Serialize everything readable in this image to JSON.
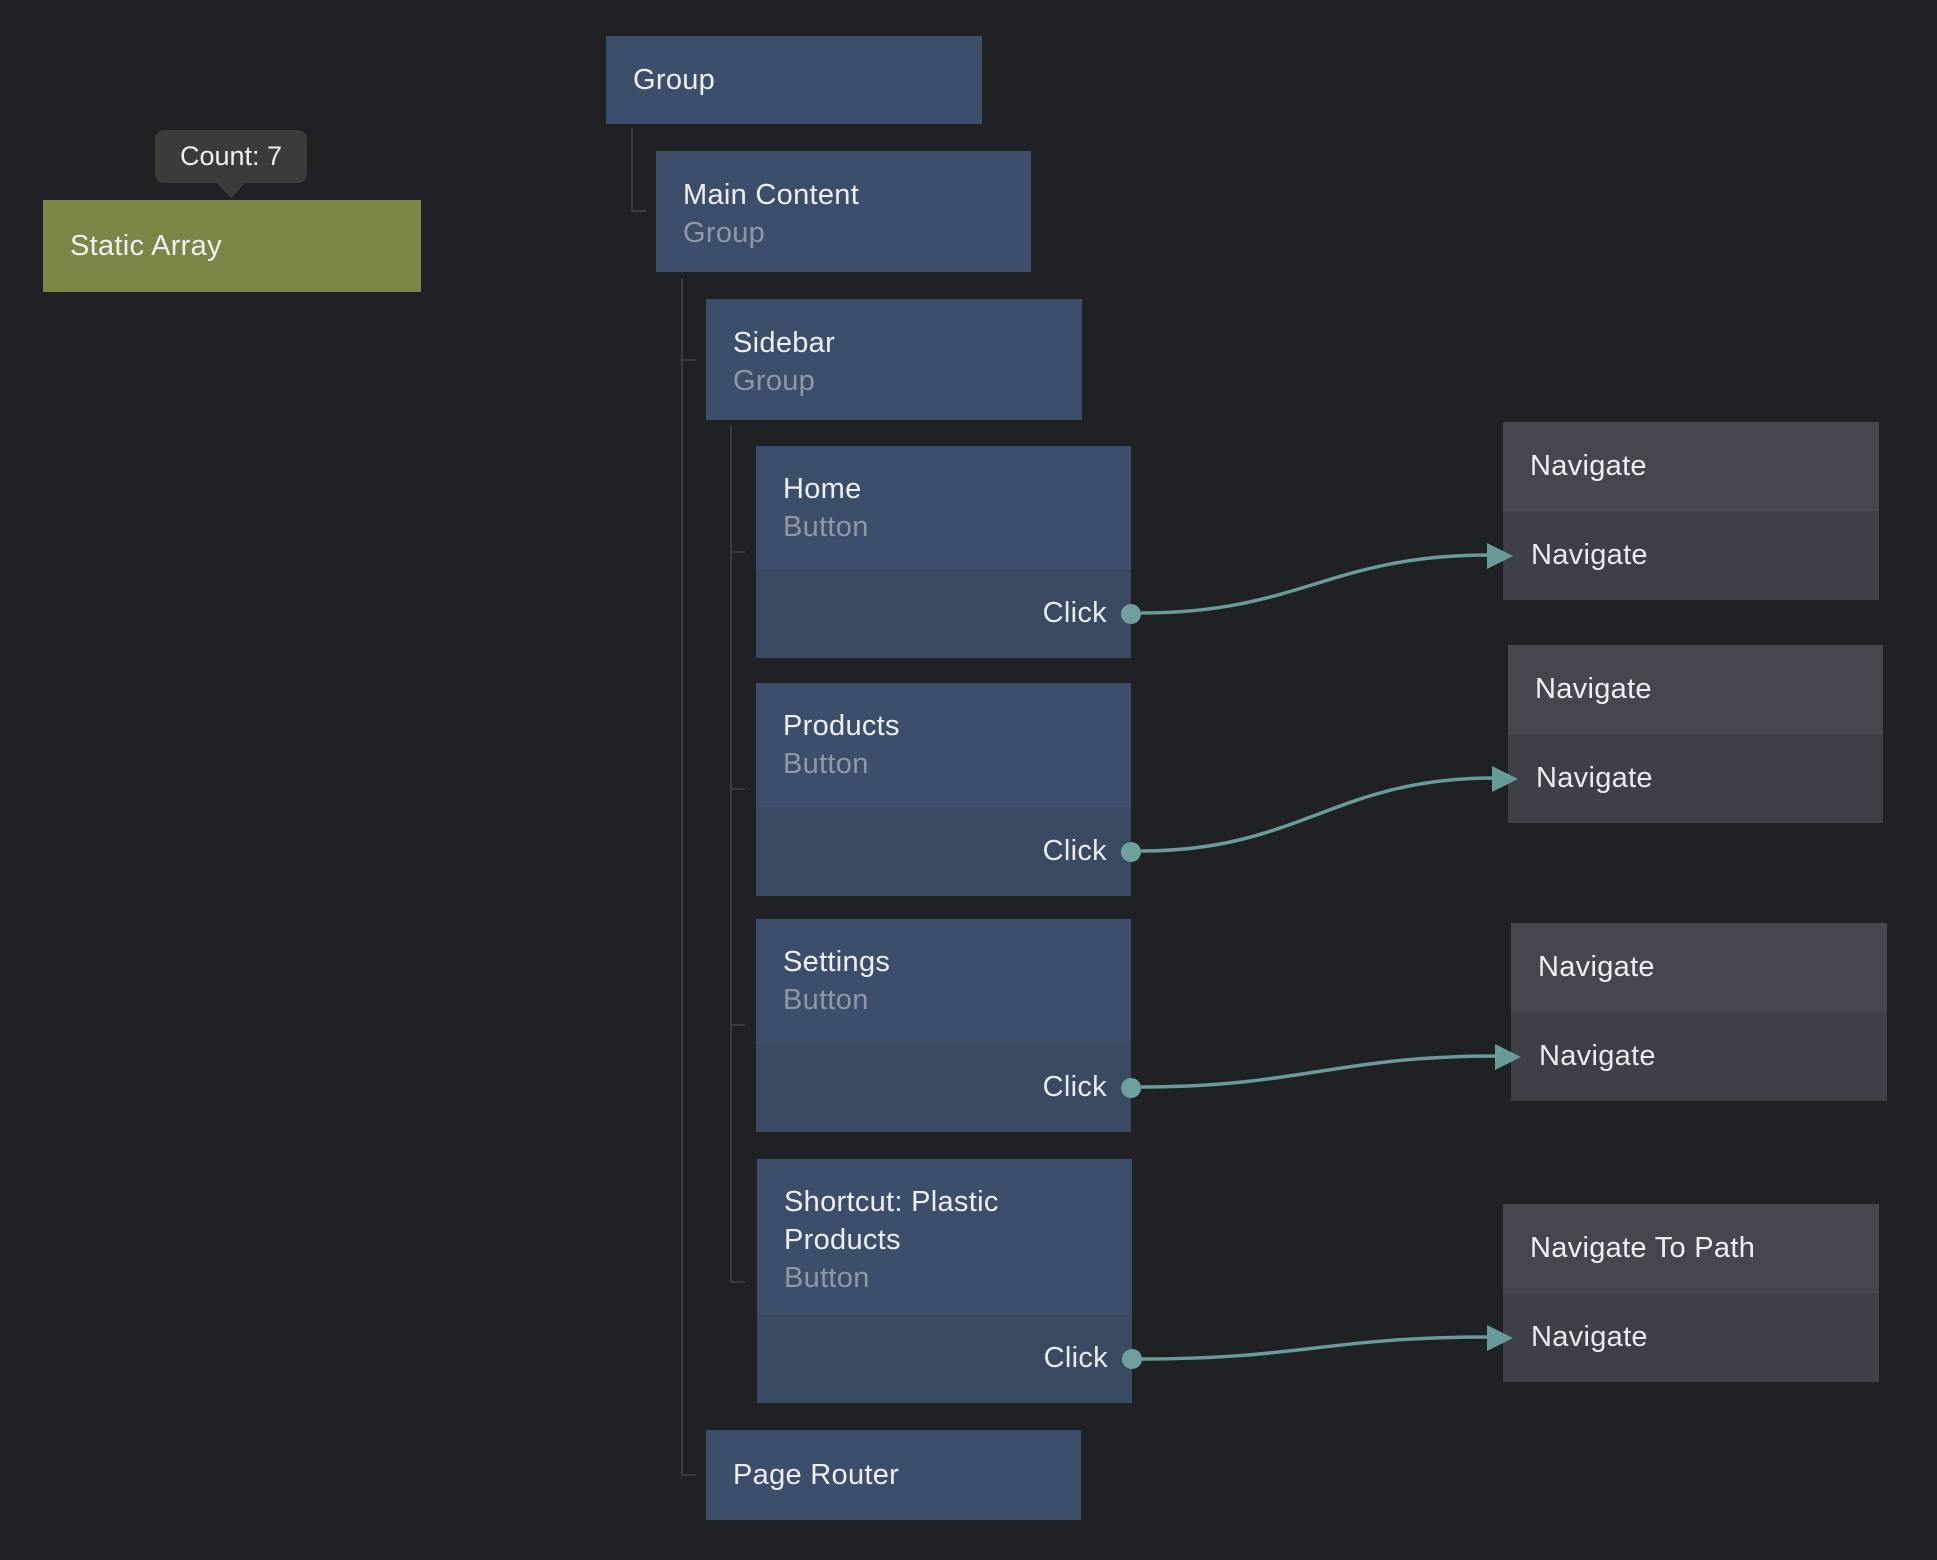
{
  "canvas": {
    "background": "#202124"
  },
  "tooltip": {
    "text": "Count: 7"
  },
  "nodes": {
    "static_array": {
      "title": "Static Array"
    },
    "group": {
      "title": "Group"
    },
    "main_content": {
      "title": "Main Content",
      "subtitle": "Group"
    },
    "sidebar": {
      "title": "Sidebar",
      "subtitle": "Group"
    },
    "home": {
      "title": "Home",
      "subtitle": "Button",
      "output_port": "Click"
    },
    "products": {
      "title": "Products",
      "subtitle": "Button",
      "output_port": "Click"
    },
    "settings": {
      "title": "Settings",
      "subtitle": "Button",
      "output_port": "Click"
    },
    "shortcut_plastic_products": {
      "title": "Shortcut: Plastic Products",
      "subtitle": "Button",
      "output_port": "Click"
    },
    "page_router": {
      "title": "Page Router"
    },
    "navigate_1": {
      "title": "Navigate",
      "input_port": "Navigate"
    },
    "navigate_2": {
      "title": "Navigate",
      "input_port": "Navigate"
    },
    "navigate_3": {
      "title": "Navigate",
      "input_port": "Navigate"
    },
    "navigate_to_path": {
      "title": "Navigate To Path",
      "input_port": "Navigate"
    }
  },
  "connections": [
    {
      "from": "Home.Click",
      "to": "Navigate.Navigate"
    },
    {
      "from": "Products.Click",
      "to": "Navigate.Navigate"
    },
    {
      "from": "Settings.Click",
      "to": "Navigate.Navigate"
    },
    {
      "from": "Shortcut: Plastic Products.Click",
      "to": "Navigate To Path.Navigate"
    }
  ],
  "colors": {
    "node_blue": "#3c4e6a",
    "node_blue_port": "#394a62",
    "node_gray": "#45464e",
    "node_gray_port": "#3e3f48",
    "node_olive": "#7a8646",
    "wire": "#689b99",
    "tree_line": "#3a3b3d"
  }
}
